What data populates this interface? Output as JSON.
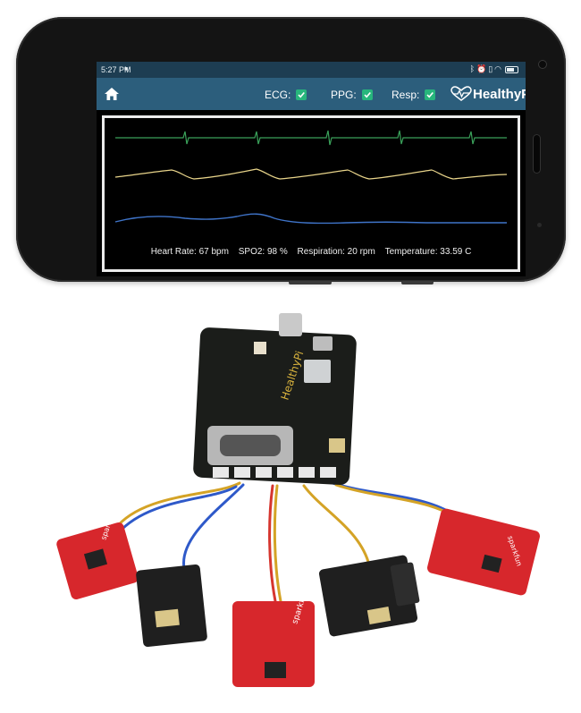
{
  "status_bar": {
    "time": "5:27 PM",
    "icons": [
      "bluetooth-icon",
      "alarm-icon",
      "vibrate-icon",
      "wifi-icon",
      "battery-icon"
    ]
  },
  "app_bar": {
    "toggles": [
      {
        "label": "ECG:",
        "checked": true
      },
      {
        "label": "PPG:",
        "checked": true
      },
      {
        "label": "Resp:",
        "checked": true
      }
    ],
    "brand": "HealthyPi"
  },
  "readout": {
    "heart_rate": "Heart Rate: 67 bpm",
    "spo2": "SPO2: 98 %",
    "respiration": "Respiration: 20 rpm",
    "temperature": "Temperature: 33.59 C"
  },
  "colors": {
    "status_bar": "#1d3d52",
    "app_bar": "#2c5e7c",
    "checkbox": "#27b67c",
    "ecg": "#3aa15a",
    "ppg": "#e8d48a",
    "resp": "#3f74c9",
    "board": "#1b1d1a",
    "breakout": "#d7272c"
  },
  "photo": {
    "board_silkscreen": "HealthyPi",
    "breakout_brand": "sparkfun"
  }
}
